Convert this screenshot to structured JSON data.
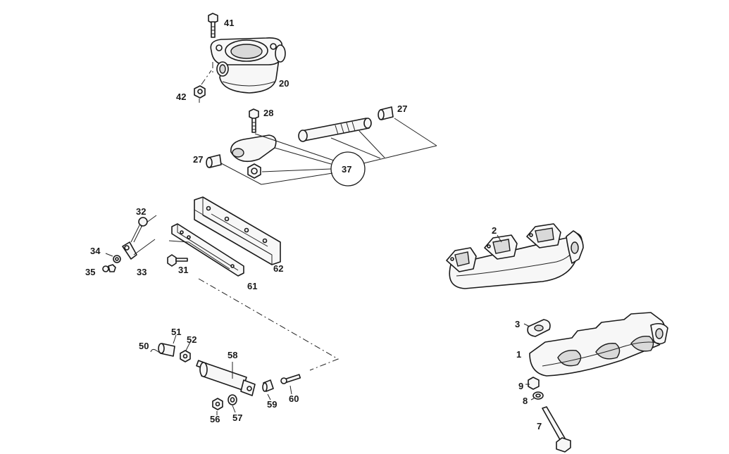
{
  "callouts": {
    "p41": "41",
    "p42": "42",
    "p20": "20",
    "p28": "28",
    "p27a": "27",
    "p27b": "27",
    "p37": "37",
    "p32": "32",
    "p34": "34",
    "p35": "35",
    "p33": "33",
    "p31": "31",
    "p61": "61",
    "p62": "62",
    "p2": "2",
    "p3": "3",
    "p1": "1",
    "p9": "9",
    "p8": "8",
    "p7": "7",
    "p50": "50",
    "p51": "51",
    "p52": "52",
    "p58": "58",
    "p56": "56",
    "p57": "57",
    "p59": "59",
    "p60": "60"
  }
}
